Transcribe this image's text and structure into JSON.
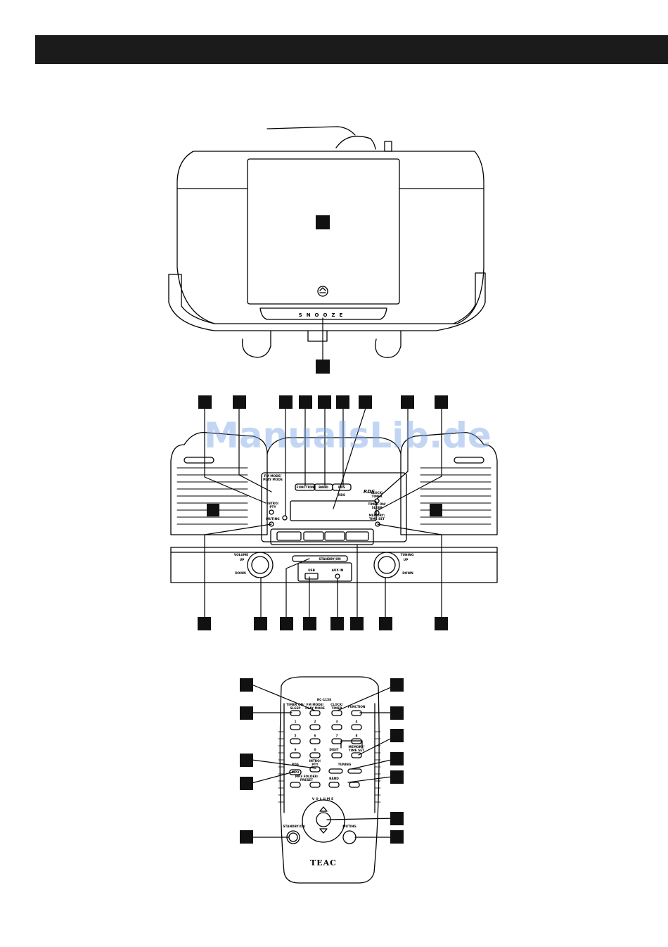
{
  "top_view": {
    "snooze_label": "SNOOZE"
  },
  "front_view": {
    "fm_mode": [
      "FM MODE/",
      "PLAY MODE"
    ],
    "intro": [
      "INTRO/",
      "PTY"
    ],
    "muting": "MUTING",
    "function": "FUNCTION",
    "band": "BAND",
    "rds_btn": "RDS",
    "rds_label": "RDS",
    "rds_logo": "RDS",
    "clock": [
      "CLOCK/",
      "TIMER"
    ],
    "timer_on": [
      "TIMER ON/",
      "SLEEP"
    ],
    "memory": [
      "MEMORY/",
      "TIME SET"
    ],
    "volume": "VOLUME",
    "up": "UP",
    "down": "DOWN",
    "tuning": "TUNING",
    "standby": "STANDBY/ON",
    "usb": "USB",
    "aux": "AUX IN"
  },
  "remote": {
    "model": "RC-1158",
    "timer_sleep": [
      "TIMER ON/",
      "SLEEP"
    ],
    "fm_mode": [
      "FM MODE/",
      "PLAY MODE"
    ],
    "clock_timer": [
      "CLOCK/",
      "TIMER"
    ],
    "function": "FUNCTION",
    "digits": [
      "1",
      "2",
      "3",
      "4",
      "5",
      "6",
      "7",
      "8",
      "9",
      "0"
    ],
    "digit_label": "DIGIT",
    "memory": [
      "MEMORY/",
      "TIME SET"
    ],
    "intro": [
      "INTRO/",
      "PTY"
    ],
    "tuning": "TUNING",
    "rds": "RDS",
    "mp3": "MP3",
    "folder": [
      "MP3 FOLDER/",
      "PRESET"
    ],
    "band": "BAND",
    "volume": "VOLUME",
    "standby": "STANDBY/ON",
    "muting": "MUTING",
    "brand": "TEAC"
  },
  "watermark": "ManualsLib.de"
}
